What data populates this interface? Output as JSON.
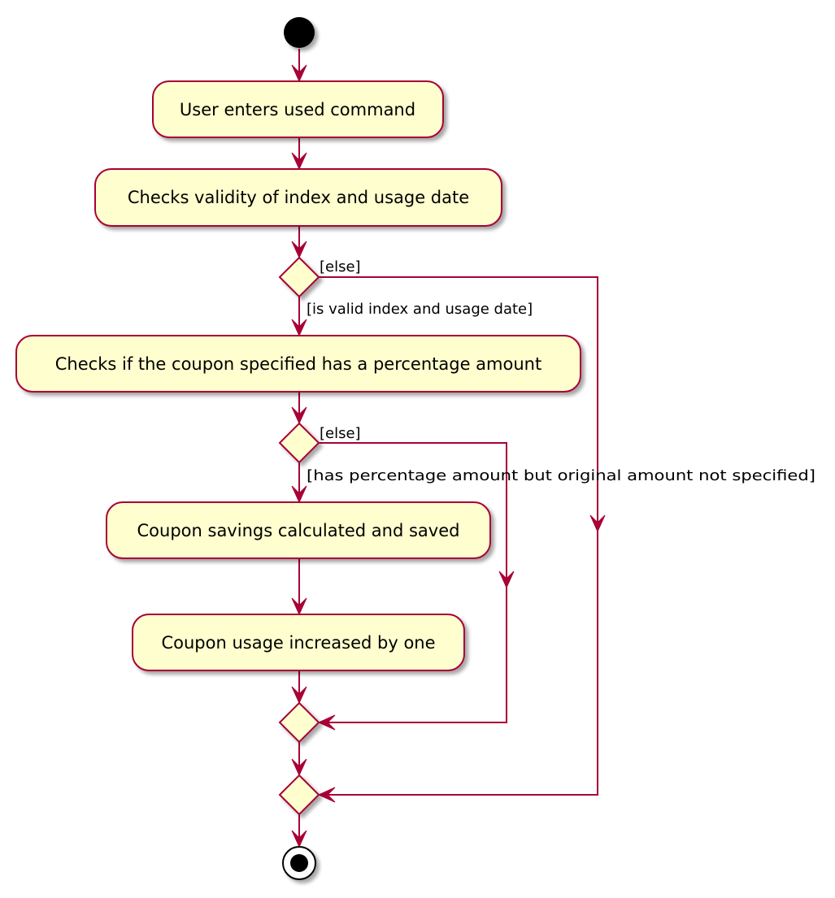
{
  "diagram": {
    "type": "uml-activity",
    "colors": {
      "line": "#A80036",
      "activity_fill": "#FEFECE",
      "node_fill": "#000000",
      "background": "#FFFFFF",
      "shadow": "#C8C8C8"
    },
    "activities": {
      "a1": "User enters used command",
      "a2": "Checks validity of index and usage date",
      "a3": "Checks if the coupon specified has a percentage amount",
      "a4": "Coupon savings calculated and saved",
      "a5": "Coupon usage increased by one"
    },
    "guards": {
      "d1_else": "[else]",
      "d1_yes": "[is valid index and usage date]",
      "d2_else": "[else]",
      "d2_yes": "[has percentage amount but original amount not specified]"
    }
  }
}
